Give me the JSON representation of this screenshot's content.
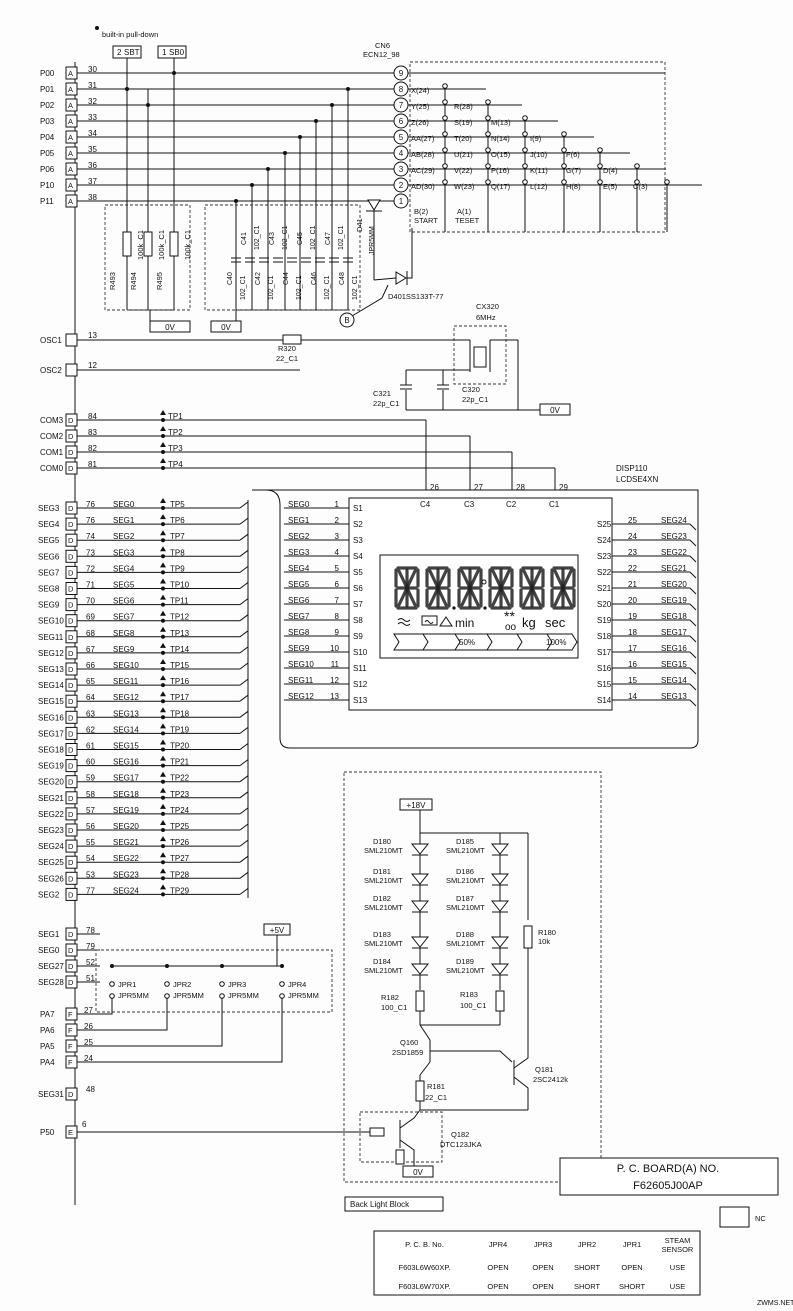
{
  "note_pulldown": "built-in pull-down",
  "sw_sbt": "SBT",
  "sw_sbt_num": "2",
  "sw_sb0": "SB0",
  "sw_sb0_num": "1",
  "cn6": {
    "ref": "CN6",
    "part": "ECN12_98",
    "pins": [
      "9",
      "8",
      "7",
      "6",
      "5",
      "4",
      "3",
      "2",
      "1"
    ]
  },
  "keys": [
    [
      "X(24)"
    ],
    [
      "Y(25)",
      "R(28)"
    ],
    [
      "Z(26)",
      "S(19)",
      "M(13)"
    ],
    [
      "AA(27)",
      "T(20)",
      "N(14)",
      "I(9)"
    ],
    [
      "AB(28)",
      "U(21)",
      "O(15)",
      "J(10)",
      "F(6)"
    ],
    [
      "AC(29)",
      "V(22)",
      "P(16)",
      "K(11)",
      "G(7)",
      "D(4)"
    ],
    [
      "AD(30)",
      "W(23)",
      "Q(17)",
      "L(12)",
      "H(8)",
      "E(5)",
      "C(3)"
    ]
  ],
  "key_start_a": "B(2)",
  "key_start_b": "START",
  "key_reset_a": "A(1)",
  "key_reset_b": "TESET",
  "left_ports": [
    {
      "name": "P00",
      "type": "A",
      "num": "30"
    },
    {
      "name": "P01",
      "type": "A",
      "num": "31"
    },
    {
      "name": "P02",
      "type": "A",
      "num": "32"
    },
    {
      "name": "P03",
      "type": "A",
      "num": "33"
    },
    {
      "name": "P04",
      "type": "A",
      "num": "34"
    },
    {
      "name": "P05",
      "type": "A",
      "num": "35"
    },
    {
      "name": "P06",
      "type": "A",
      "num": "36"
    },
    {
      "name": "P10",
      "type": "A",
      "num": "37"
    },
    {
      "name": "P11",
      "type": "A",
      "num": "38"
    }
  ],
  "r493": {
    "ref": "R493",
    "val": "100k_C1"
  },
  "r494": {
    "ref": "R494",
    "val": "100k_C1"
  },
  "r495": {
    "ref": "R495",
    "val": "100k_C1"
  },
  "caps": [
    {
      "ref": "C40",
      "val": "102_C1"
    },
    {
      "ref": "C41",
      "val": "102_C1"
    },
    {
      "ref": "C42",
      "val": "102_C1"
    },
    {
      "ref": "C43",
      "val": "102_C1"
    },
    {
      "ref": "C44",
      "val": "102_C1"
    },
    {
      "ref": "C45",
      "val": "102_C1"
    },
    {
      "ref": "C46",
      "val": "102_C1"
    },
    {
      "ref": "C47",
      "val": "102_C1"
    },
    {
      "ref": "C48",
      "val": "102_C1"
    }
  ],
  "d41": "D41",
  "jpr5mm_v": "JPR5MM",
  "d401": "D401SS133T-77",
  "b_label": "B",
  "ov": "0V",
  "osc1": {
    "name": "OSC1",
    "num": "13"
  },
  "osc2": {
    "name": "OSC2",
    "num": "12"
  },
  "r320": {
    "ref": "R320",
    "val": "22_C1"
  },
  "cx320": {
    "ref": "CX320",
    "freq": "6MHz"
  },
  "c321": {
    "ref": "C321",
    "val": "22p_C1"
  },
  "c320": {
    "ref": "C320",
    "val": "22p_C1"
  },
  "com_ports": [
    {
      "name": "COM3",
      "type": "D",
      "num": "84",
      "tp": "TP1"
    },
    {
      "name": "COM2",
      "type": "D",
      "num": "83",
      "tp": "TP2"
    },
    {
      "name": "COM1",
      "type": "D",
      "num": "82",
      "tp": "TP3"
    },
    {
      "name": "COM0",
      "type": "D",
      "num": "81",
      "tp": "TP4"
    }
  ],
  "seg_ports": [
    {
      "name": "SEG3",
      "type": "D",
      "num": "76",
      "sig": "SEG0",
      "tp": "TP5"
    },
    {
      "name": "SEG4",
      "type": "D",
      "num": "76",
      "sig": "SEG1",
      "tp": "TP6"
    },
    {
      "name": "SEG5",
      "type": "D",
      "num": "74",
      "sig": "SEG2",
      "tp": "TP7"
    },
    {
      "name": "SEG6",
      "type": "D",
      "num": "73",
      "sig": "SEG3",
      "tp": "TP8"
    },
    {
      "name": "SEG7",
      "type": "D",
      "num": "72",
      "sig": "SEG4",
      "tp": "TP9"
    },
    {
      "name": "SEG8",
      "type": "D",
      "num": "71",
      "sig": "SEG5",
      "tp": "TP10"
    },
    {
      "name": "SEG9",
      "type": "D",
      "num": "70",
      "sig": "SEG6",
      "tp": "TP11"
    },
    {
      "name": "SEG10",
      "type": "D",
      "num": "69",
      "sig": "SEG7",
      "tp": "TP12"
    },
    {
      "name": "SEG11",
      "type": "D",
      "num": "68",
      "sig": "SEG8",
      "tp": "TP13"
    },
    {
      "name": "SEG12",
      "type": "D",
      "num": "67",
      "sig": "SEG9",
      "tp": "TP14"
    },
    {
      "name": "SEG13",
      "type": "D",
      "num": "66",
      "sig": "SEG10",
      "tp": "TP15"
    },
    {
      "name": "SEG14",
      "type": "D",
      "num": "65",
      "sig": "SEG11",
      "tp": "TP16"
    },
    {
      "name": "SEG15",
      "type": "D",
      "num": "64",
      "sig": "SEG12",
      "tp": "TP17"
    },
    {
      "name": "SEG16",
      "type": "D",
      "num": "63",
      "sig": "SEG13",
      "tp": "TP18"
    },
    {
      "name": "SEG17",
      "type": "D",
      "num": "62",
      "sig": "SEG14",
      "tp": "TP19"
    },
    {
      "name": "SEG18",
      "type": "D",
      "num": "61",
      "sig": "SEG15",
      "tp": "TP20"
    },
    {
      "name": "SEG19",
      "type": "D",
      "num": "60",
      "sig": "SEG16",
      "tp": "TP21"
    },
    {
      "name": "SEG20",
      "type": "D",
      "num": "59",
      "sig": "SEG17",
      "tp": "TP22"
    },
    {
      "name": "SEG21",
      "type": "D",
      "num": "58",
      "sig": "SEG18",
      "tp": "TP23"
    },
    {
      "name": "SEG22",
      "type": "D",
      "num": "57",
      "sig": "SEG19",
      "tp": "TP24"
    },
    {
      "name": "SEG23",
      "type": "D",
      "num": "56",
      "sig": "SEG20",
      "tp": "TP25"
    },
    {
      "name": "SEG24",
      "type": "D",
      "num": "55",
      "sig": "SEG21",
      "tp": "TP26"
    },
    {
      "name": "SEG25",
      "type": "D",
      "num": "54",
      "sig": "SEG22",
      "tp": "TP27"
    },
    {
      "name": "SEG26",
      "type": "D",
      "num": "53",
      "sig": "SEG23",
      "tp": "TP28"
    },
    {
      "name": "SEG2",
      "type": "D",
      "num": "77",
      "sig": "SEG24",
      "tp": "TP29"
    }
  ],
  "disp": {
    "ref": "DISP110",
    "part": "LCDSE4XN",
    "com_pins": [
      {
        "c": "C4",
        "n": "26"
      },
      {
        "c": "C3",
        "n": "27"
      },
      {
        "c": "C2",
        "n": "28"
      },
      {
        "c": "C1",
        "n": "29"
      }
    ],
    "left_pins": [
      {
        "sig": "SEG0",
        "n": "1",
        "s": "S1"
      },
      {
        "sig": "SEG1",
        "n": "2",
        "s": "S2"
      },
      {
        "sig": "SEG2",
        "n": "3",
        "s": "S3"
      },
      {
        "sig": "SEG3",
        "n": "4",
        "s": "S4"
      },
      {
        "sig": "SEG4",
        "n": "5",
        "s": "S5"
      },
      {
        "sig": "SEG5",
        "n": "6",
        "s": "S6"
      },
      {
        "sig": "SEG6",
        "n": "7",
        "s": "S7"
      },
      {
        "sig": "SEG7",
        "n": "8",
        "s": "S8"
      },
      {
        "sig": "SEG8",
        "n": "9",
        "s": "S9"
      },
      {
        "sig": "SEG9",
        "n": "10",
        "s": "S10"
      },
      {
        "sig": "SEG10",
        "n": "11",
        "s": "S11"
      },
      {
        "sig": "SEG11",
        "n": "12",
        "s": "S12"
      },
      {
        "sig": "SEG12",
        "n": "13",
        "s": "S13"
      }
    ],
    "right_pins": [
      {
        "s": "S25",
        "n": "25",
        "sig": "SEG24"
      },
      {
        "s": "S24",
        "n": "24",
        "sig": "SEG23"
      },
      {
        "s": "S23",
        "n": "23",
        "sig": "SEG22"
      },
      {
        "s": "S22",
        "n": "22",
        "sig": "SEG21"
      },
      {
        "s": "S21",
        "n": "21",
        "sig": "SEG20"
      },
      {
        "s": "S20",
        "n": "20",
        "sig": "SEG19"
      },
      {
        "s": "S19",
        "n": "19",
        "sig": "SEG18"
      },
      {
        "s": "S18",
        "n": "18",
        "sig": "SEG17"
      },
      {
        "s": "S17",
        "n": "17",
        "sig": "SEG16"
      },
      {
        "s": "S16",
        "n": "16",
        "sig": "SEG15"
      },
      {
        "s": "S15",
        "n": "15",
        "sig": "SEG14"
      },
      {
        "s": "S14",
        "n": "14",
        "sig": "SEG13"
      }
    ],
    "unit_min": "min",
    "unit_kg": "kg",
    "unit_sec": "sec",
    "pct50": "50%",
    "pct100": "100%"
  },
  "jp_ports": [
    {
      "name": "SEG1",
      "type": "D",
      "num": "78"
    },
    {
      "name": "SEG0",
      "type": "D",
      "num": "79"
    },
    {
      "name": "SEG27",
      "type": "D",
      "num": "52"
    },
    {
      "name": "SEG28",
      "type": "D",
      "num": "51"
    }
  ],
  "pa_ports": [
    {
      "name": "PA7",
      "type": "F",
      "num": "27"
    },
    {
      "name": "PA6",
      "type": "F",
      "num": "26"
    },
    {
      "name": "PA5",
      "type": "F",
      "num": "25"
    },
    {
      "name": "PA4",
      "type": "F",
      "num": "24"
    }
  ],
  "seg31": {
    "name": "SEG31",
    "type": "D",
    "num": "48"
  },
  "p50": {
    "name": "P50",
    "type": "E",
    "num": "6"
  },
  "plus5v": "+5V",
  "jumpers": [
    {
      "ref": "JPR1",
      "part": "JPR5MM"
    },
    {
      "ref": "JPR2",
      "part": "JPR5MM"
    },
    {
      "ref": "JPR3",
      "part": "JPR5MM"
    },
    {
      "ref": "JPR4",
      "part": "JPR5MM"
    }
  ],
  "plus18v": "+18V",
  "leds_left": [
    {
      "ref": "D180",
      "part": "SML210MT"
    },
    {
      "ref": "D181",
      "part": "SML210MT"
    },
    {
      "ref": "D182",
      "part": "SML210MT"
    },
    {
      "ref": "D183",
      "part": "SML210MT"
    },
    {
      "ref": "D184",
      "part": "SML210MT"
    }
  ],
  "leds_right": [
    {
      "ref": "D185",
      "part": "SML210MT"
    },
    {
      "ref": "D186",
      "part": "SML210MT"
    },
    {
      "ref": "D187",
      "part": "SML210MT"
    },
    {
      "ref": "D188",
      "part": "SML210MT"
    },
    {
      "ref": "D189",
      "part": "SML210MT"
    }
  ],
  "r180": {
    "ref": "R180",
    "val": "10k"
  },
  "r182": {
    "ref": "R182",
    "val": "100_C1"
  },
  "r183": {
    "ref": "R183",
    "val": "100_C1"
  },
  "q160": {
    "ref": "Q160",
    "part": "2SD1859"
  },
  "q181": {
    "ref": "Q181",
    "part": "2SC2412k"
  },
  "r181": {
    "ref": "R181",
    "val": "22_C1"
  },
  "q182": {
    "ref": "Q182",
    "part": "DTC123JKA"
  },
  "backlight_label": "Back Light Block",
  "pcb_title": "P. C. BOARD(A)  NO.",
  "pcb_no": "F62605J00AP",
  "nc_label": "NC",
  "table": {
    "headers": [
      "P. C. B. No.",
      "JPR4",
      "JPR3",
      "JPR2",
      "JPR1",
      "STEAM SENSOR"
    ],
    "rows": [
      [
        "F603L6W60XP.",
        "OPEN",
        "OPEN",
        "SHORT",
        "OPEN",
        "USE"
      ],
      [
        "F603L6W70XP.",
        "OPEN",
        "OPEN",
        "SHORT",
        "SHORT",
        "USE"
      ]
    ]
  },
  "watermark": "ZWMS.NET"
}
